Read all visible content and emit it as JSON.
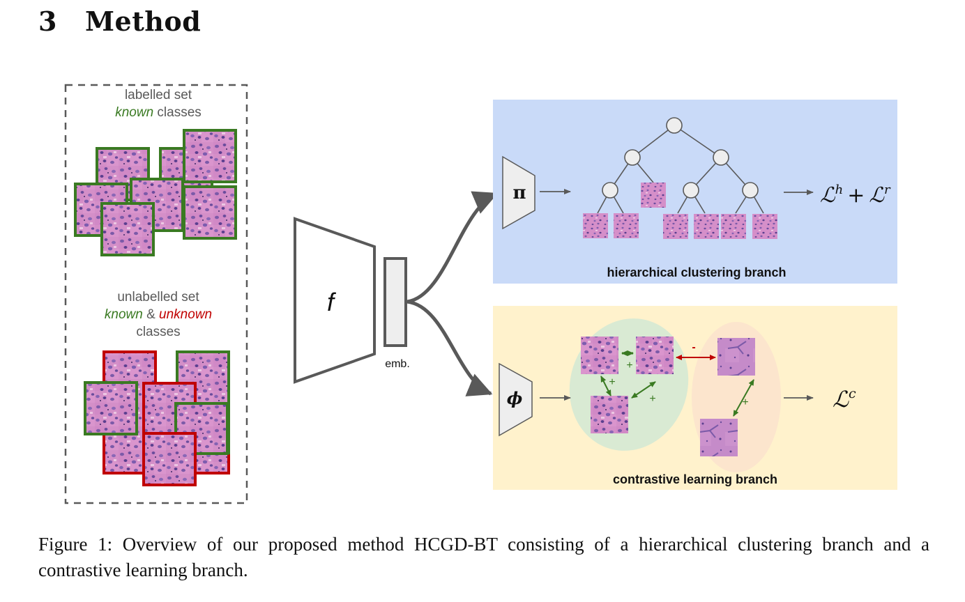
{
  "section": {
    "number": "3",
    "title": "Method"
  },
  "figure": {
    "labelled_set": {
      "line1": "labelled set",
      "known": "known",
      "classes": " classes"
    },
    "unlabelled_set": {
      "line1": "unlabelled set",
      "known": "known",
      "amp": " & ",
      "unknown": "unknown",
      "classes": "classes"
    },
    "encoder_label": "f",
    "embedding_label": "emb.",
    "hierarchical_branch": {
      "head_label": "π",
      "loss_main": "ℒ",
      "loss_sup1": "h",
      "loss_plus": "+",
      "loss_main2": "ℒ",
      "loss_sup2": "r",
      "title": "hierarchical clustering branch"
    },
    "contrastive_branch": {
      "head_label": "ϕ",
      "loss_main": "ℒ",
      "loss_sup": "c",
      "title": "contrastive learning branch",
      "positive_sign": "+",
      "negative_sign": "-"
    },
    "colors": {
      "known_green": "#3a7a22",
      "unknown_red": "#c00000",
      "hier_bg": "#c9daf8",
      "contrast_bg": "#fff2cc",
      "cluster_green": "#d9ead3",
      "cluster_orange": "#fce5cd",
      "gray_text": "#595959",
      "arrow_gray": "#595959"
    }
  },
  "caption": {
    "text": "Figure 1:  Overview of our proposed method HCGD-BT consisting of a hierarchical clustering branch and a contrastive learning branch."
  }
}
